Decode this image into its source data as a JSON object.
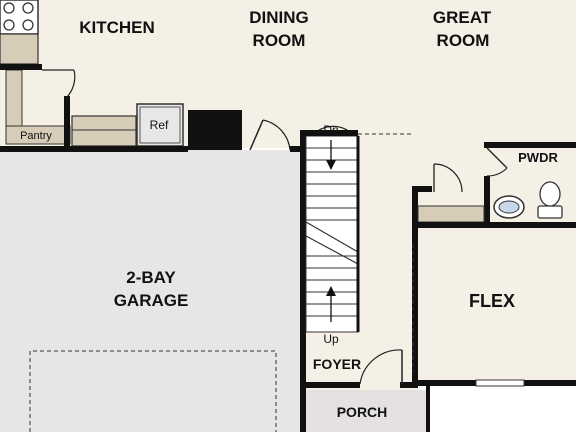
{
  "rooms": {
    "kitchen": "KITCHEN",
    "dining_1": "DINING",
    "dining_2": "ROOM",
    "great_1": "GREAT",
    "great_2": "ROOM",
    "pantry": "Pantry",
    "ref": "Ref",
    "pwdr": "PWDR",
    "garage_1": "2-BAY",
    "garage_2": "GARAGE",
    "flex": "FLEX",
    "foyer": "FOYER",
    "porch": "PORCH"
  },
  "stairs": {
    "down": "Dn",
    "up": "Up"
  },
  "colors": {
    "floor": "#f5f0e6",
    "garage": "#e8e6e5",
    "porch": "#e4e1e0",
    "cabinet": "#d6ccb8",
    "wall": "#111111",
    "white": "#ffffff"
  }
}
